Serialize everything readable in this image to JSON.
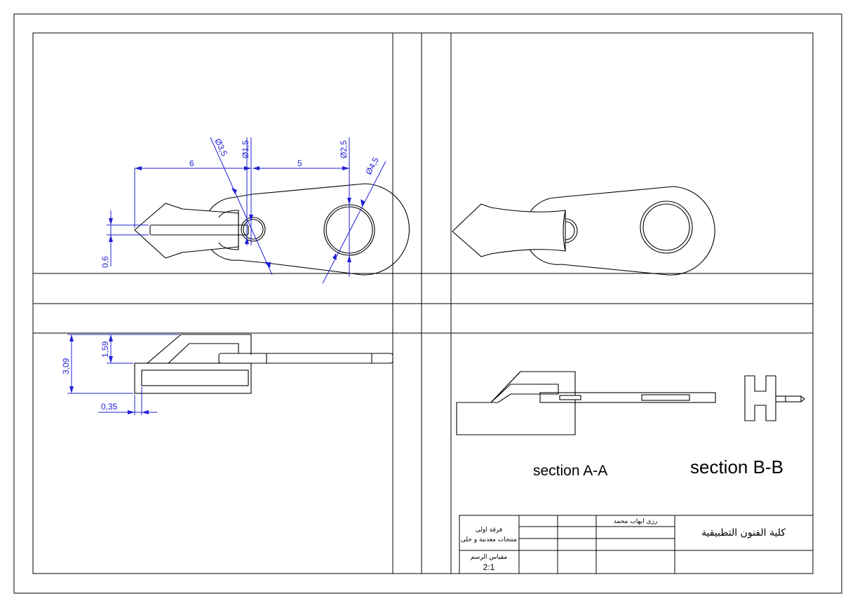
{
  "dimensions": {
    "d1": "6",
    "d2": "5",
    "d3": "Ø3,5",
    "d4": "Ø1,5",
    "d5": "Ø2,5",
    "d6": "Ø4,5",
    "d7": "0,6",
    "d8": "3,09",
    "d9": "1,59",
    "d10": "0,35"
  },
  "sections": {
    "a": "section A-A",
    "b": "section B-B"
  },
  "title_block": {
    "school": "كلية الفنون التطبيقية",
    "author": "رزى ايهاب محمد",
    "year": "فرقة اولى",
    "department": "منتجات معدنية و حلى",
    "scale_label": "مقياس الرسم",
    "scale_value": "2:1"
  },
  "colors": {
    "dimension": "#1f1fd6",
    "line": "#000000"
  }
}
